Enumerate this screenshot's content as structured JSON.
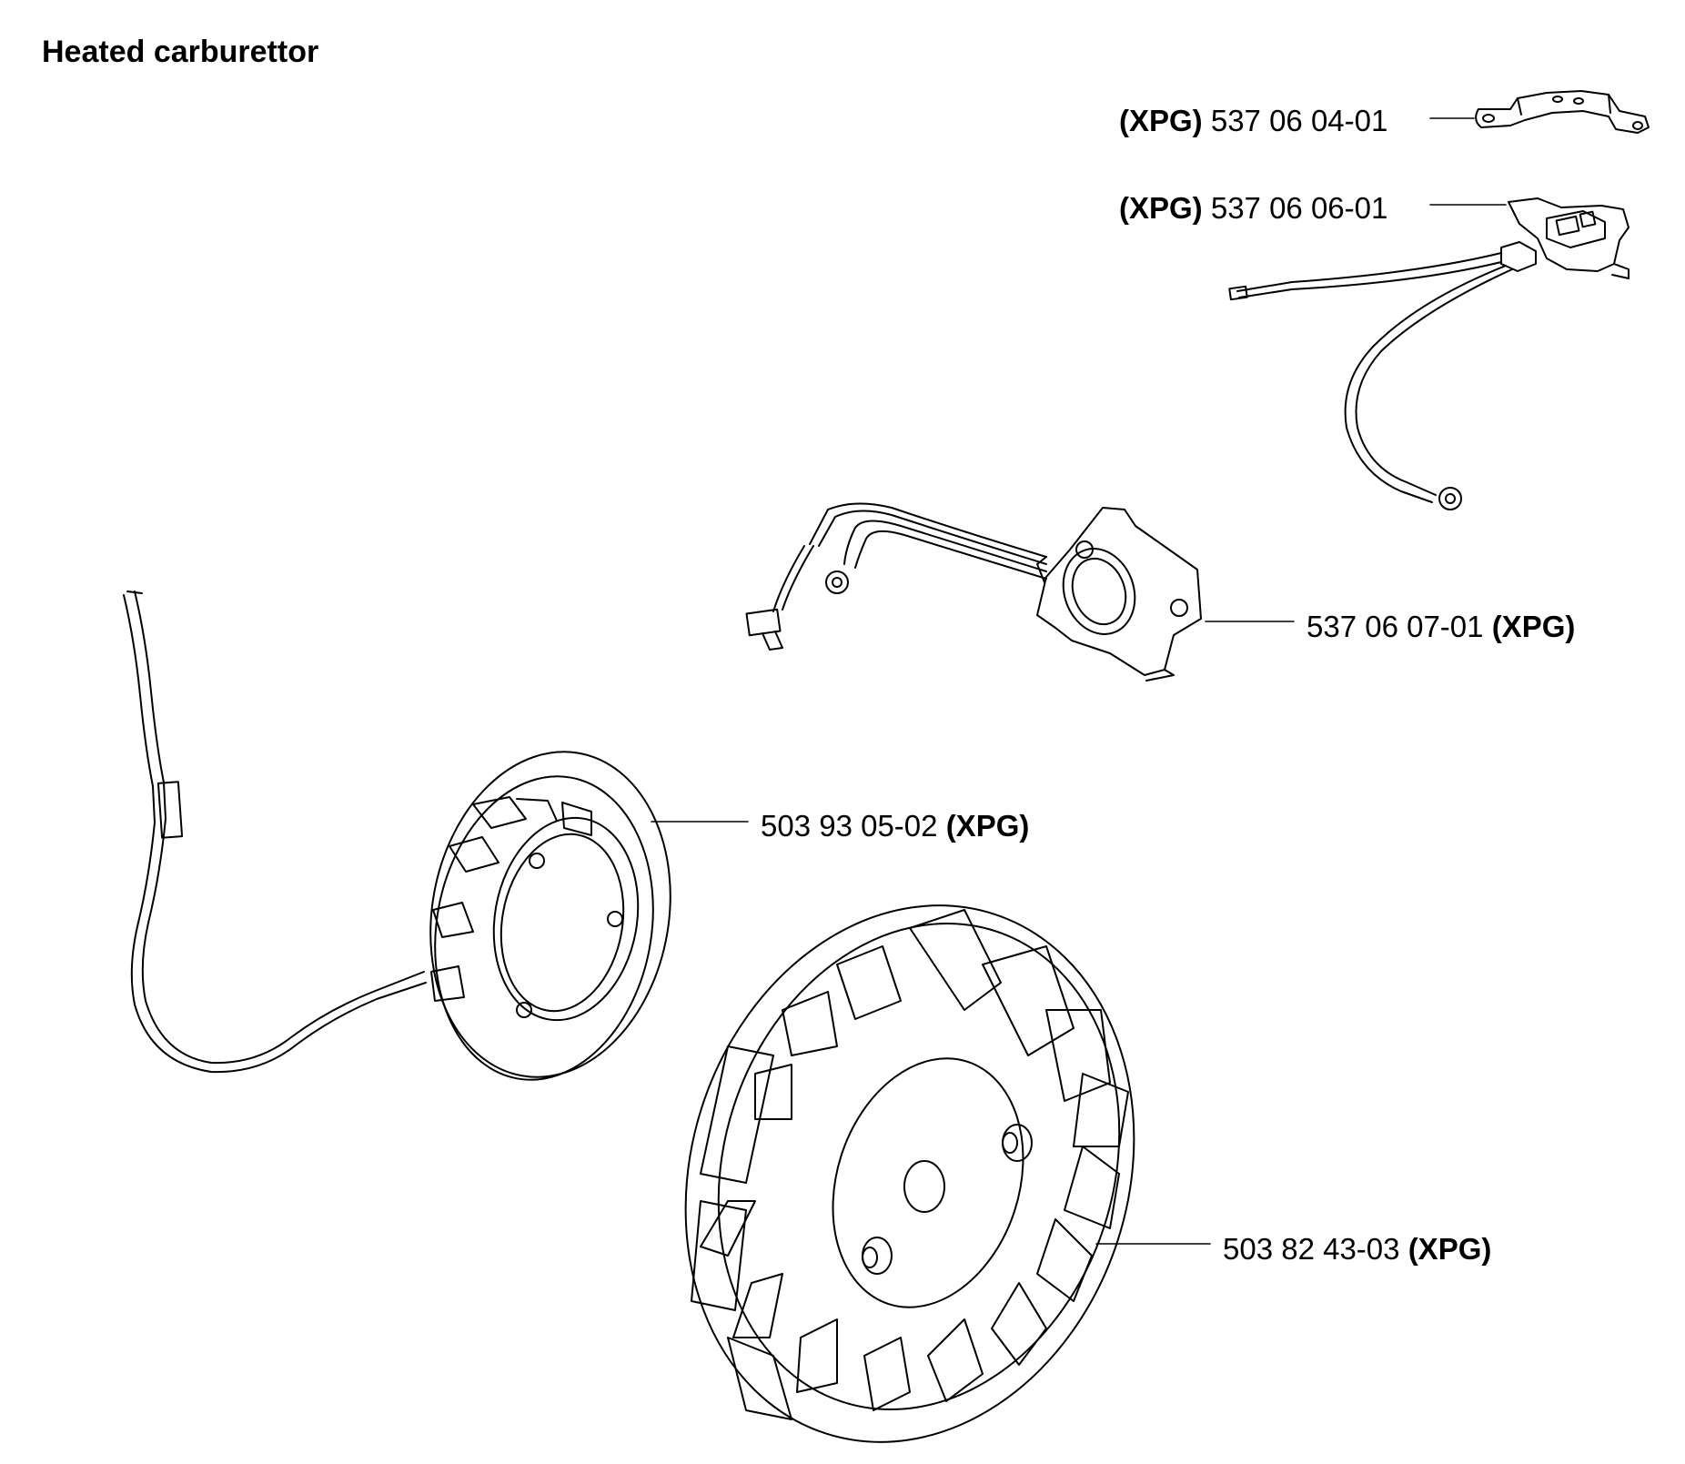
{
  "title": "Heated carburettor",
  "callouts": [
    {
      "id": "thermostat-clip",
      "code": "(XPG)",
      "part_number": "537 06 04-01",
      "code_position": "before"
    },
    {
      "id": "thermostat-switch",
      "code": "(XPG)",
      "part_number": "537 06 06-01",
      "code_position": "before"
    },
    {
      "id": "heating-element-gasket",
      "code": "(XPG)",
      "part_number": "537 06 07-01",
      "code_position": "after"
    },
    {
      "id": "generator-coil",
      "code": "(XPG)",
      "part_number": "503 93 05-02",
      "code_position": "after"
    },
    {
      "id": "flywheel",
      "code": "(XPG)",
      "part_number": "503 82 43-03",
      "code_position": "after"
    }
  ],
  "colors": {
    "ink": "#000000",
    "paper": "#ffffff"
  }
}
